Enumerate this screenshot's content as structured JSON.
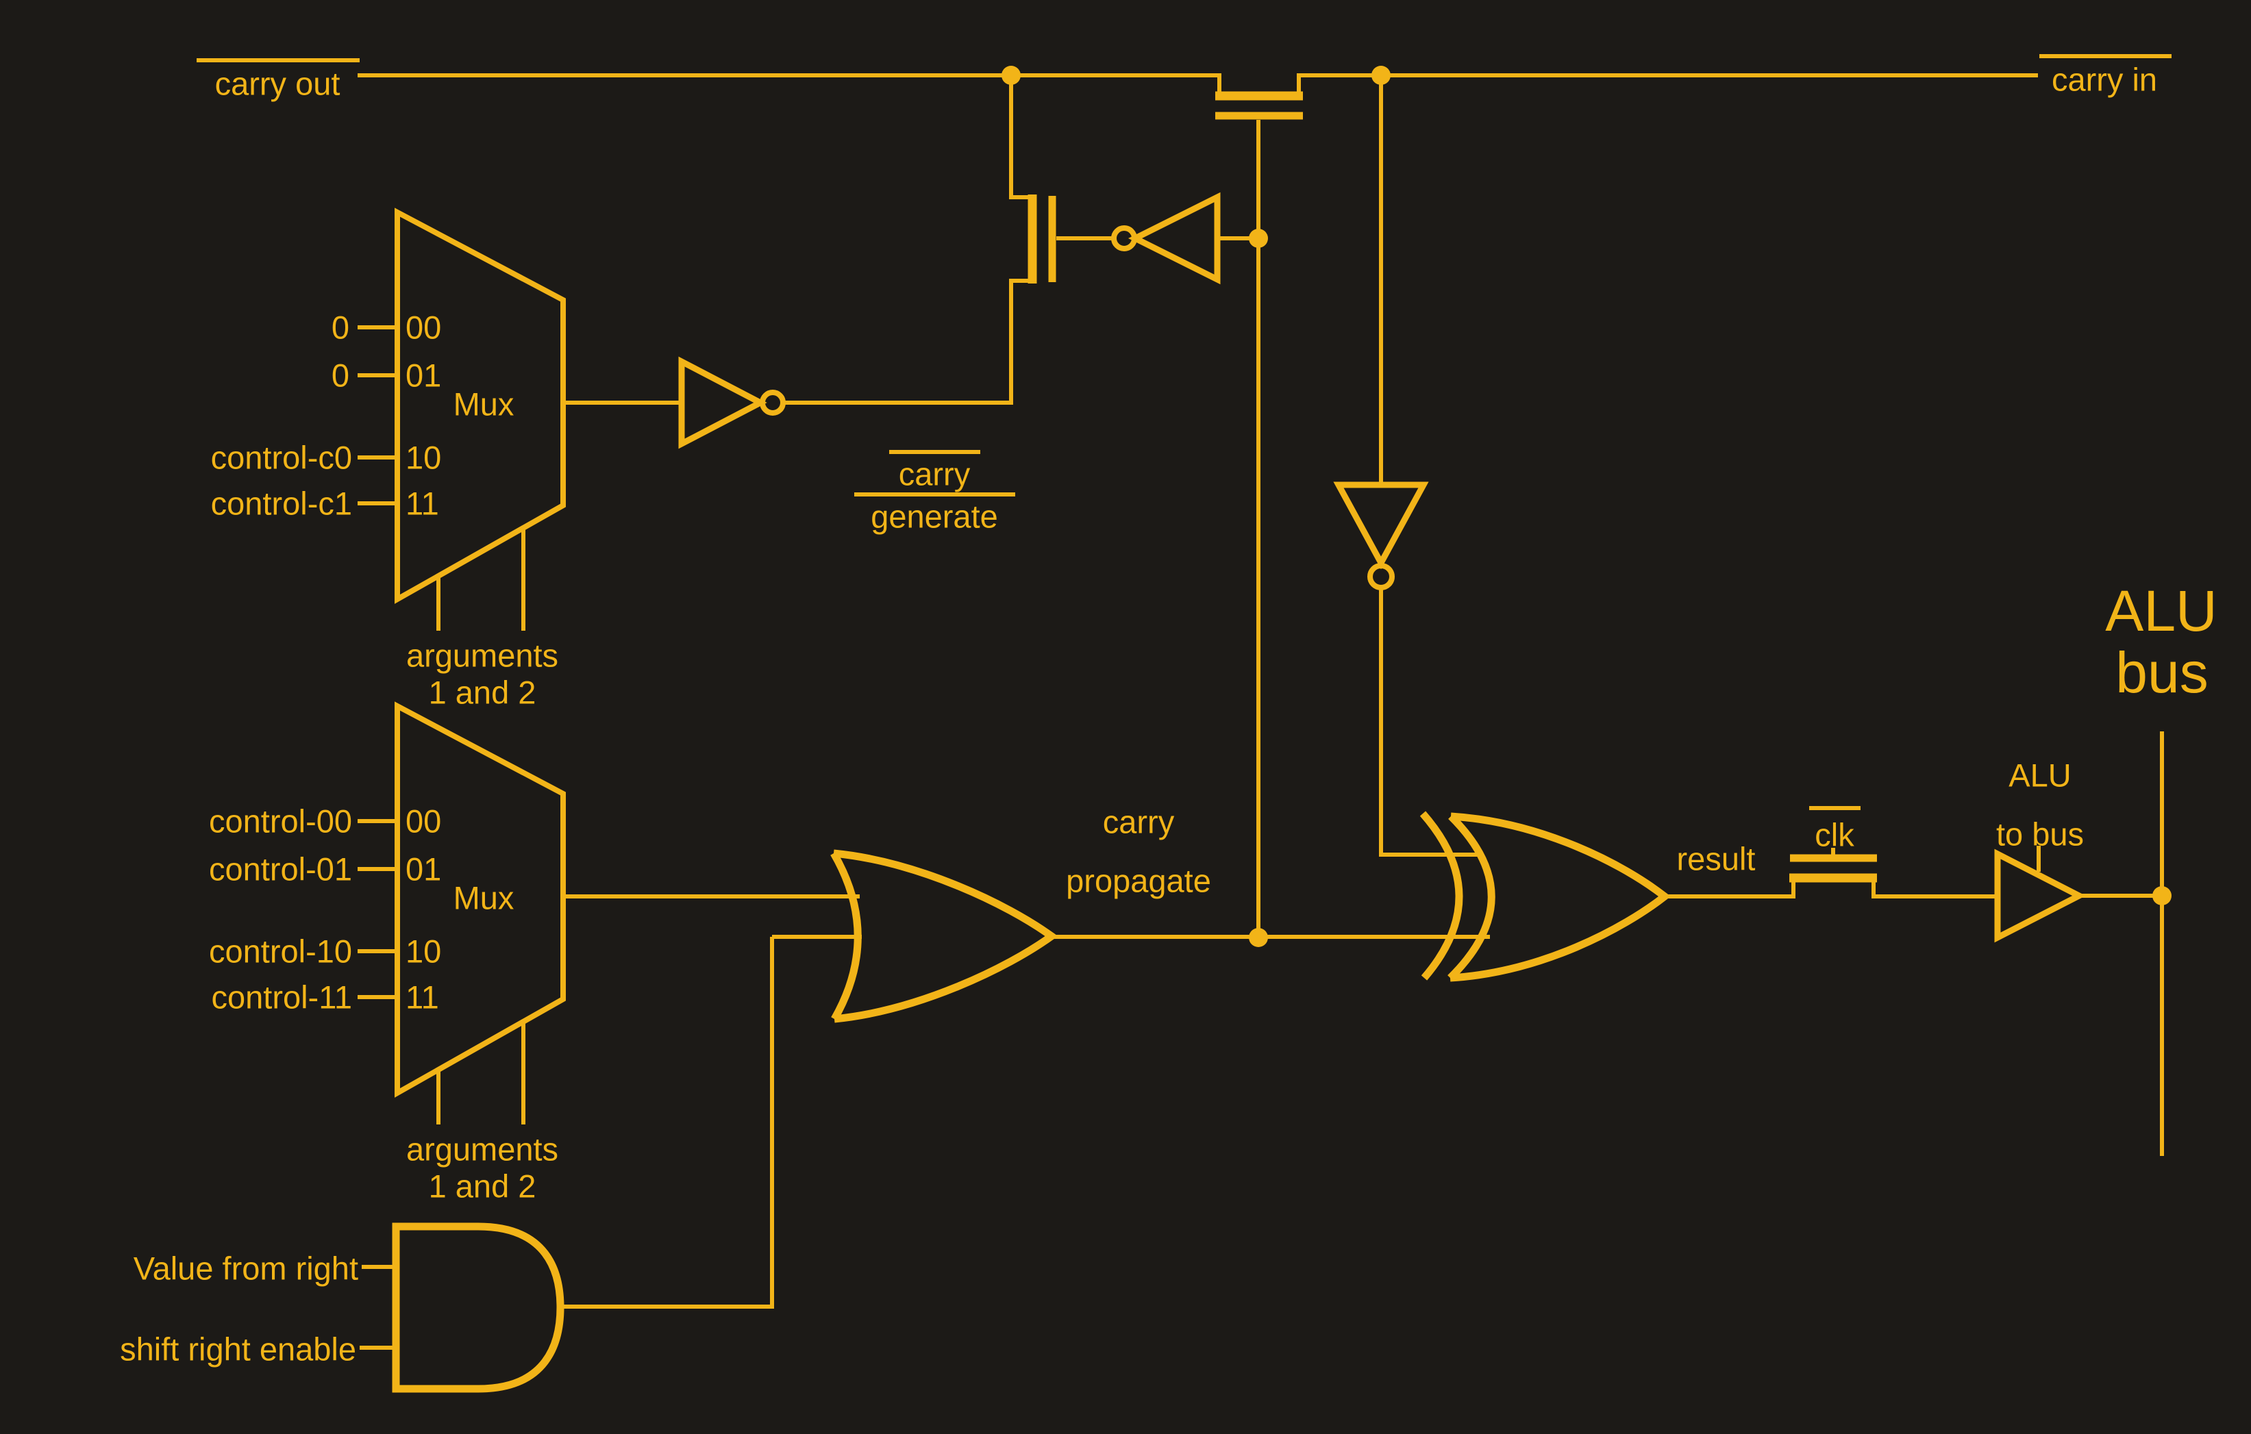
{
  "colors": {
    "wire": "#F2B418",
    "background": "#1C1A17"
  },
  "labels": {
    "carry_out": "carry out",
    "carry_in": "carry in",
    "zero_a": "0",
    "zero_b": "0",
    "control_c0": "control-c0",
    "control_c1": "control-c1",
    "control_00": "control-00",
    "control_01": "control-01",
    "control_10": "control-10",
    "control_11": "control-11",
    "mux1_title": "Mux",
    "mux2_title": "Mux",
    "sel_00": "00",
    "sel_01": "01",
    "sel_10": "10",
    "sel_11": "11",
    "arguments_line1": "arguments",
    "arguments_line2": "1 and 2",
    "carry_generate_line1": "carry",
    "carry_generate_line2": "generate",
    "carry_propagate_line1": "carry",
    "carry_propagate_line2": "propagate",
    "result": "result",
    "clk": "clk",
    "alu_to_bus_line1": "ALU",
    "alu_to_bus_line2": "to bus",
    "alu_bus_line1": "ALU",
    "alu_bus_line2": "bus",
    "value_from_right": "Value from right",
    "shift_right_enable": "shift right enable"
  }
}
